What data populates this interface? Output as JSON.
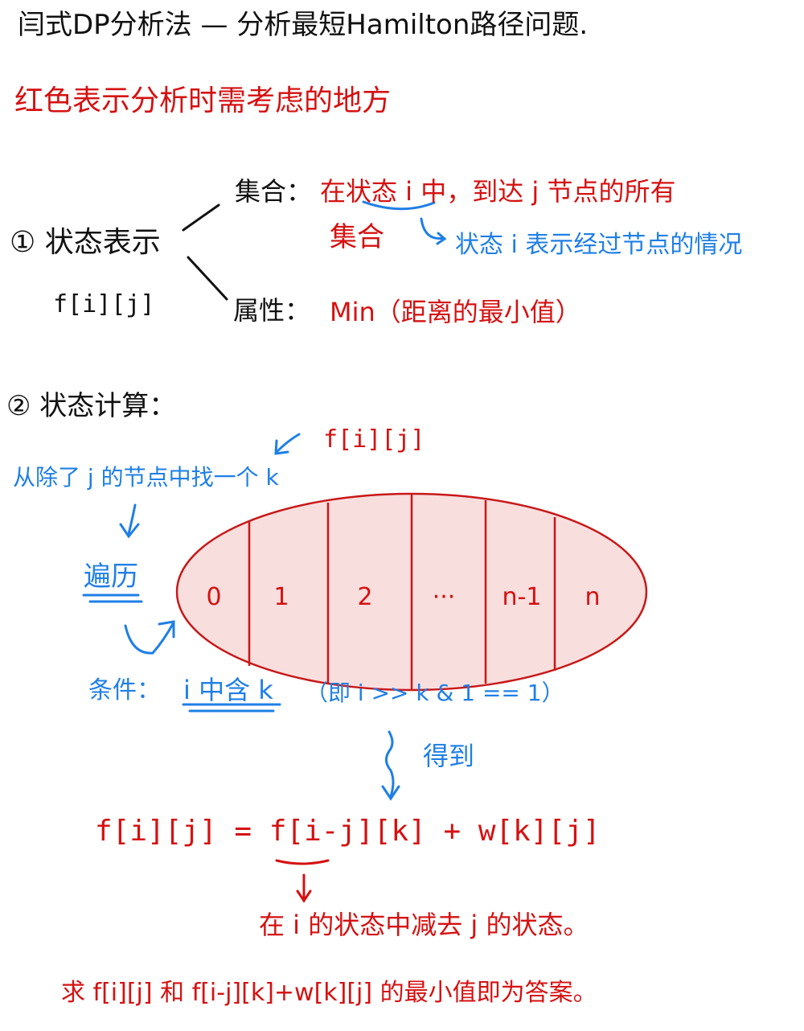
{
  "title": "闫式DP分析法 — 分析最短Hamilton路径问题.",
  "note_red": "红色表示分析时需考虑的地方",
  "section1": {
    "heading": "① 状态表示",
    "func": "f[i][j]",
    "set_label": "集合：",
    "set_desc_line1": "在状态 i 中，到达 j 节点的所有",
    "set_desc_line2": "集合",
    "set_note": "状态 i 表示经过节点的情况",
    "attr_label": "属性：",
    "attr_desc": "Min（距离的最小值）"
  },
  "section2": {
    "heading": "② 状态计算：",
    "func_top": "f[i][j]",
    "find_k": "从除了 j 的节点中找一个 k",
    "traverse": "遍历",
    "partitions": [
      "0",
      "1",
      "2",
      "···",
      "n-1",
      "n"
    ],
    "condition_label": "条件：",
    "condition": "i 中含 k",
    "condition_detail": "（即 i >> k & 1 == 1）",
    "obtain": "得到",
    "formula": "f[i][j] = f[i-j][k] + w[k][j]",
    "formula_note": "在 i 的状态中减去 j 的状态。",
    "conclusion": "求 f[i][j] 和 f[i-j][k]+w[k][j] 的最小值即为答案。"
  },
  "colors": {
    "ink": "#111111",
    "red": "#d51111",
    "blue": "#1f7fe6",
    "ellipse_fill": "#f9dede"
  }
}
